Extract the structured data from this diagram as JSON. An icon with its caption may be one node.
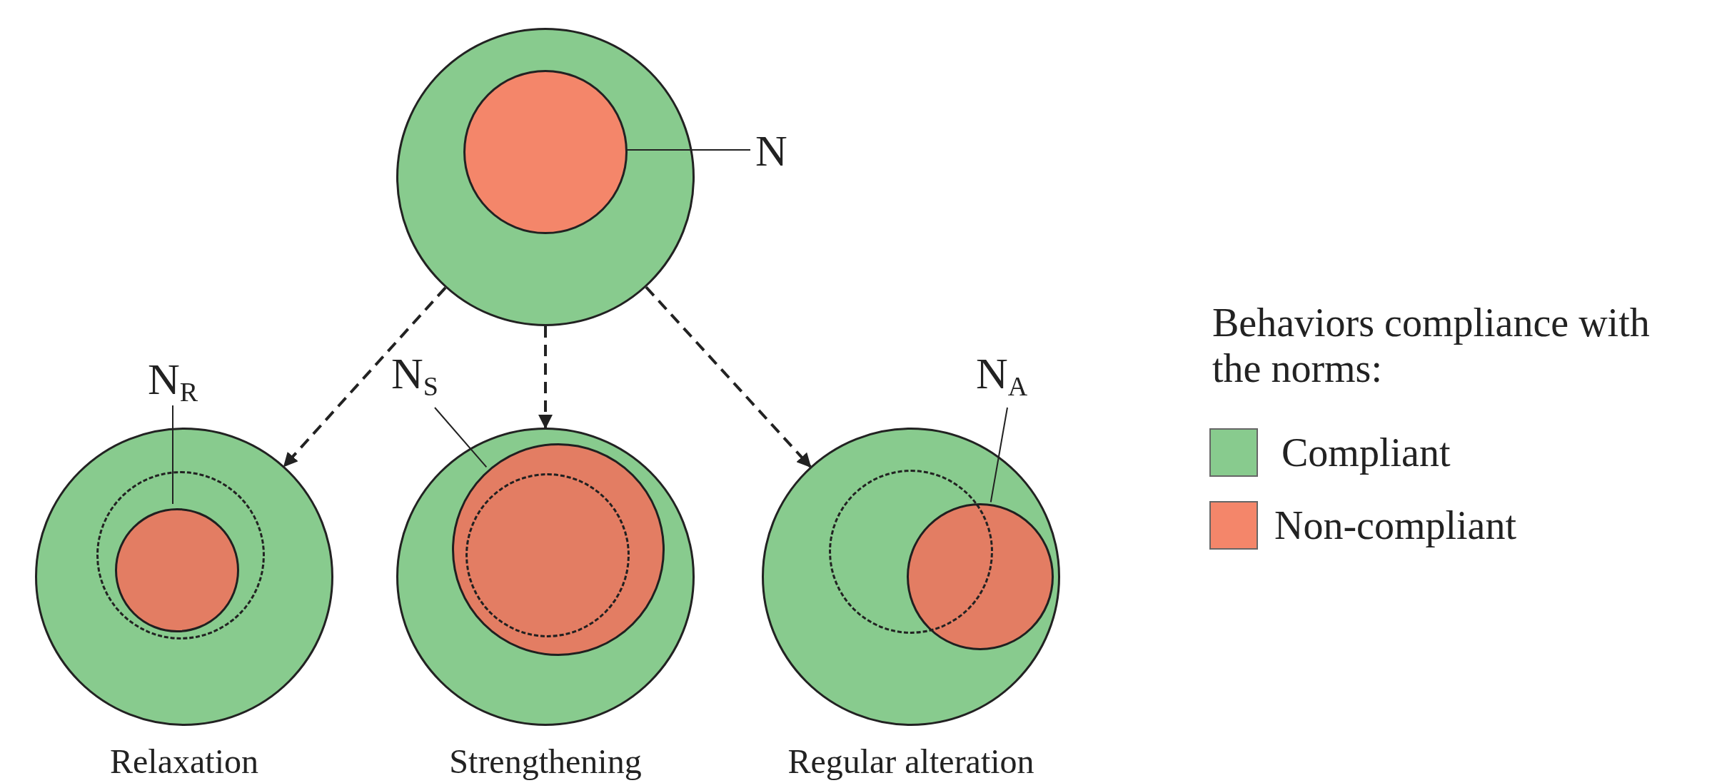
{
  "diagram": {
    "nodes": [
      {
        "text": [],
        "shape": "circle"
      },
      {
        "text": [],
        "shape": "circle",
        "in": 0
      },
      {
        "text": [
          "N"
        ]
      },
      {
        "text": [],
        "shape": "circle",
        "beside": [
          "Relaxation"
        ]
      },
      {
        "text": [],
        "shape": "circle",
        "in": 3
      },
      {
        "text": [],
        "shape": "circle",
        "in": 4
      },
      {
        "text": [
          "N$_{R}$"
        ]
      },
      {
        "text": [],
        "shape": "circle",
        "beside": [
          "Strengthening"
        ]
      },
      {
        "text": [],
        "shape": "circle",
        "in": 7
      },
      {
        "text": [],
        "shape": "circle",
        "in": 8
      },
      {
        "text": [
          "N$_{S}$"
        ]
      },
      {
        "text": [],
        "shape": "circle",
        "beside": [
          "Regular alteration"
        ]
      },
      {
        "text": [],
        "shape": "circle",
        "in": 11
      },
      {
        "text": [],
        "shape": "circle",
        "in": 11
      },
      {
        "text": [
          "N$_{A}$"
        ]
      }
    ],
    "edges": [
      {
        "from": 0,
        "to": 3,
        "arrow": "to",
        "style": "dashed"
      },
      {
        "from": 0,
        "to": 7,
        "arrow": "to",
        "style": "dashed"
      },
      {
        "from": 0,
        "to": 11,
        "arrow": "to",
        "style": "dashed"
      },
      {
        "from": 2,
        "to": 1,
        "arrow": "none"
      },
      {
        "from": 6,
        "to": 5,
        "arrow": "none"
      },
      {
        "from": 10,
        "to": 8,
        "arrow": "none"
      },
      {
        "from": 14,
        "to": 13,
        "arrow": "none"
      }
    ],
    "labels": [
      "Behaviors compliance with the norms:"
    ],
    "legend": [
      {
        "text": "Compliant",
        "color": "#88cb8e"
      },
      {
        "text": "Non-compliant",
        "color": "#f4866a"
      }
    ]
  }
}
